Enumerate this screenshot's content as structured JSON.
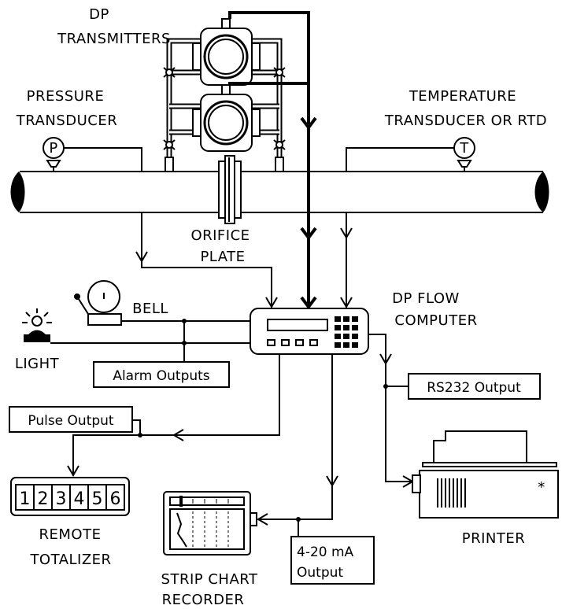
{
  "labels": {
    "dp_transmitters_1": "DP",
    "dp_transmitters_2": "TRANSMITTERS",
    "pressure_1": "PRESSURE",
    "pressure_2": "TRANSDUCER",
    "temperature_1": "TEMPERATURE",
    "temperature_2": "TRANSDUCER OR RTD",
    "orifice_1": "ORIFICE",
    "orifice_2": "PLATE",
    "bell": "BELL",
    "light": "LIGHT",
    "flow_computer_1": "DP FLOW",
    "flow_computer_2": "COMPUTER",
    "alarm_outputs": "Alarm Outputs",
    "pulse_output": "Pulse Output",
    "rs232_output": "RS232 Output",
    "ma_output_1": "4-20 mA",
    "ma_output_2": "Output",
    "remote_1": "REMOTE",
    "remote_2": "TOTALIZER",
    "strip_1": "STRIP CHART",
    "strip_2": "RECORDER",
    "printer": "PRINTER"
  },
  "gauge_symbols": {
    "pressure": "P",
    "temperature": "T"
  },
  "totalizer_digits": [
    "1",
    "2",
    "3",
    "4",
    "5",
    "6"
  ],
  "printer_mark": "*"
}
